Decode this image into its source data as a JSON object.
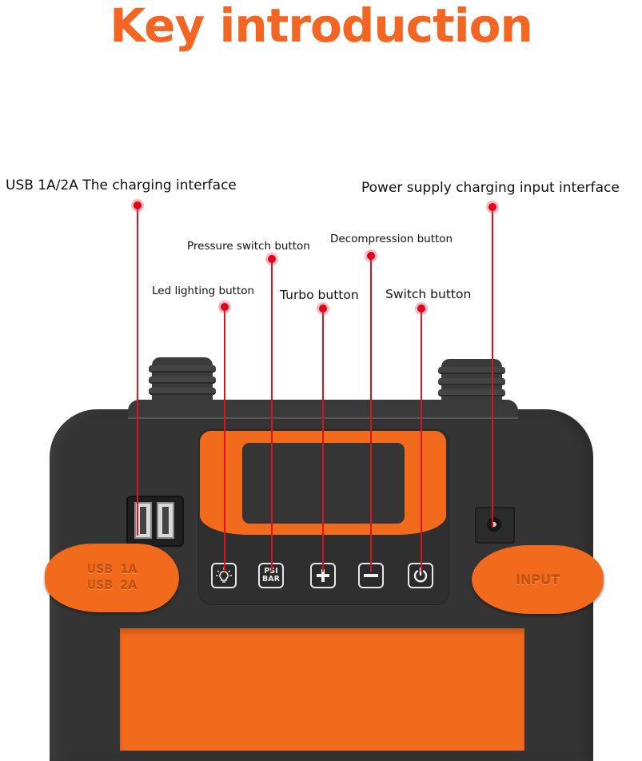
{
  "title": "Key introduction",
  "colors": {
    "accent_orange": "#f26522",
    "device_body": "#343434",
    "callout_red": "#e0001b"
  },
  "callouts": [
    {
      "id": "usb",
      "label": "USB 1A/2A The charging interface",
      "target": "usb-port"
    },
    {
      "id": "power_input",
      "label": "Power supply charging input interface",
      "target": "dc-input-port"
    },
    {
      "id": "pressure",
      "label": "Pressure switch button",
      "target": "psi-bar-button"
    },
    {
      "id": "decompression",
      "label": "Decompression button",
      "target": "minus-button"
    },
    {
      "id": "led",
      "label": "Led lighting button",
      "target": "light-button"
    },
    {
      "id": "turbo",
      "label": "Turbo button",
      "target": "plus-button"
    },
    {
      "id": "switch",
      "label": "Switch button",
      "target": "power-button"
    }
  ],
  "device": {
    "buttons": [
      {
        "name": "light-button",
        "icon": "lightbulb-icon"
      },
      {
        "name": "psi-bar-button",
        "line1": "PSI",
        "line2": "BAR"
      },
      {
        "name": "plus-button",
        "icon": "plus-icon",
        "glyph": "+"
      },
      {
        "name": "minus-button",
        "icon": "minus-icon",
        "glyph": "−"
      },
      {
        "name": "power-button",
        "icon": "power-icon"
      }
    ],
    "usb_cap": {
      "line1": "USB  1A",
      "line2": "USB  2A"
    },
    "input_cap": {
      "label": "INPUT"
    }
  }
}
